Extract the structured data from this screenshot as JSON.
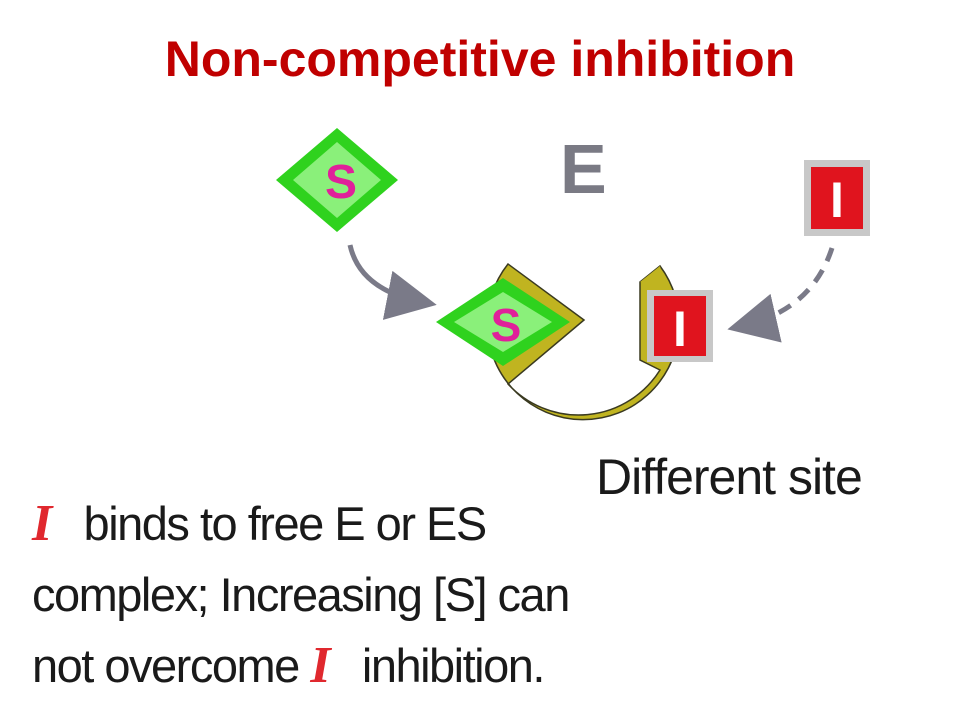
{
  "title": "Non-competitive inhibition",
  "diagram": {
    "enzyme_label": "E",
    "substrate_label": "S",
    "inhibitor_label": "I",
    "site_caption": "Different site",
    "colors": {
      "title": "#c00000",
      "enzyme_fill": "#c0b420",
      "substrate_outer": "#2fd21e",
      "substrate_inner": "#8af07a",
      "substrate_text": "#e0209a",
      "inhibitor_frame": "#c8c8c8",
      "inhibitor_fill": "#e0141e",
      "arrow": "#7a7a88"
    }
  },
  "description": {
    "line1": {
      "glyph": "I",
      "text": " binds to free  E  or  ES"
    },
    "line2": {
      "text": "complex; Increasing [S] can"
    },
    "line3": {
      "prefix": "not overcome ",
      "glyph": "I",
      "suffix": " inhibition."
    }
  }
}
